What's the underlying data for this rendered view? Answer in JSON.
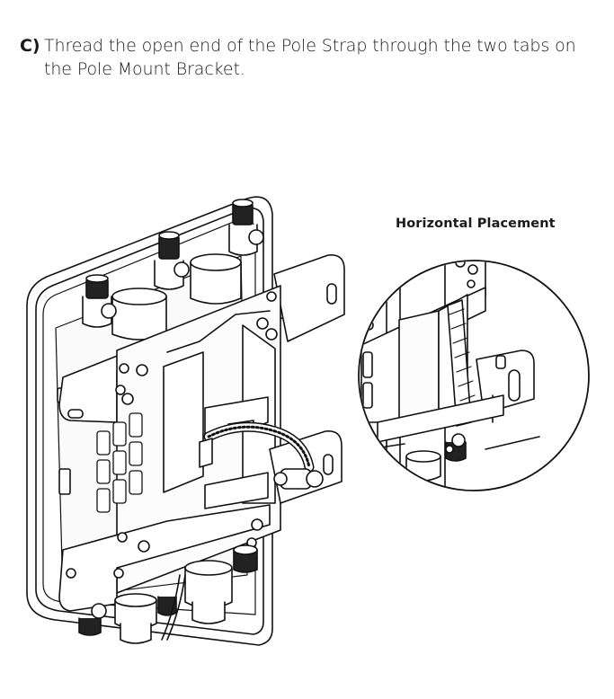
{
  "step": {
    "marker": "C)",
    "text": "Thread the open end of the Pole Strap through the two tabs on the Pole Mount Bracket."
  },
  "figure": {
    "inset_caption": "Horizontal Placement"
  }
}
